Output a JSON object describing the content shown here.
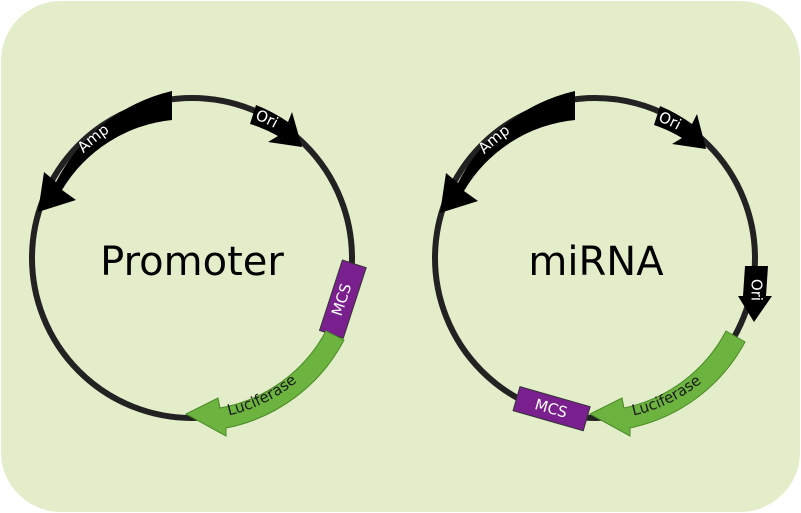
{
  "colors": {
    "background": "#e3edca",
    "backbone": "#222222",
    "amp": "#000000",
    "ori": "#000000",
    "mcs": "#7a1f8e",
    "luciferase": "#6db33f"
  },
  "plasmids": [
    {
      "title": "Promoter",
      "features": {
        "amp": "Amp",
        "ori": "Ori",
        "mcs": "MCS",
        "luciferase": "Luciferase"
      }
    },
    {
      "title": "miRNA",
      "features": {
        "amp": "Amp",
        "ori1": "Ori",
        "ori2": "Ori",
        "mcs": "MCS",
        "luciferase": "Luciferase"
      }
    }
  ]
}
